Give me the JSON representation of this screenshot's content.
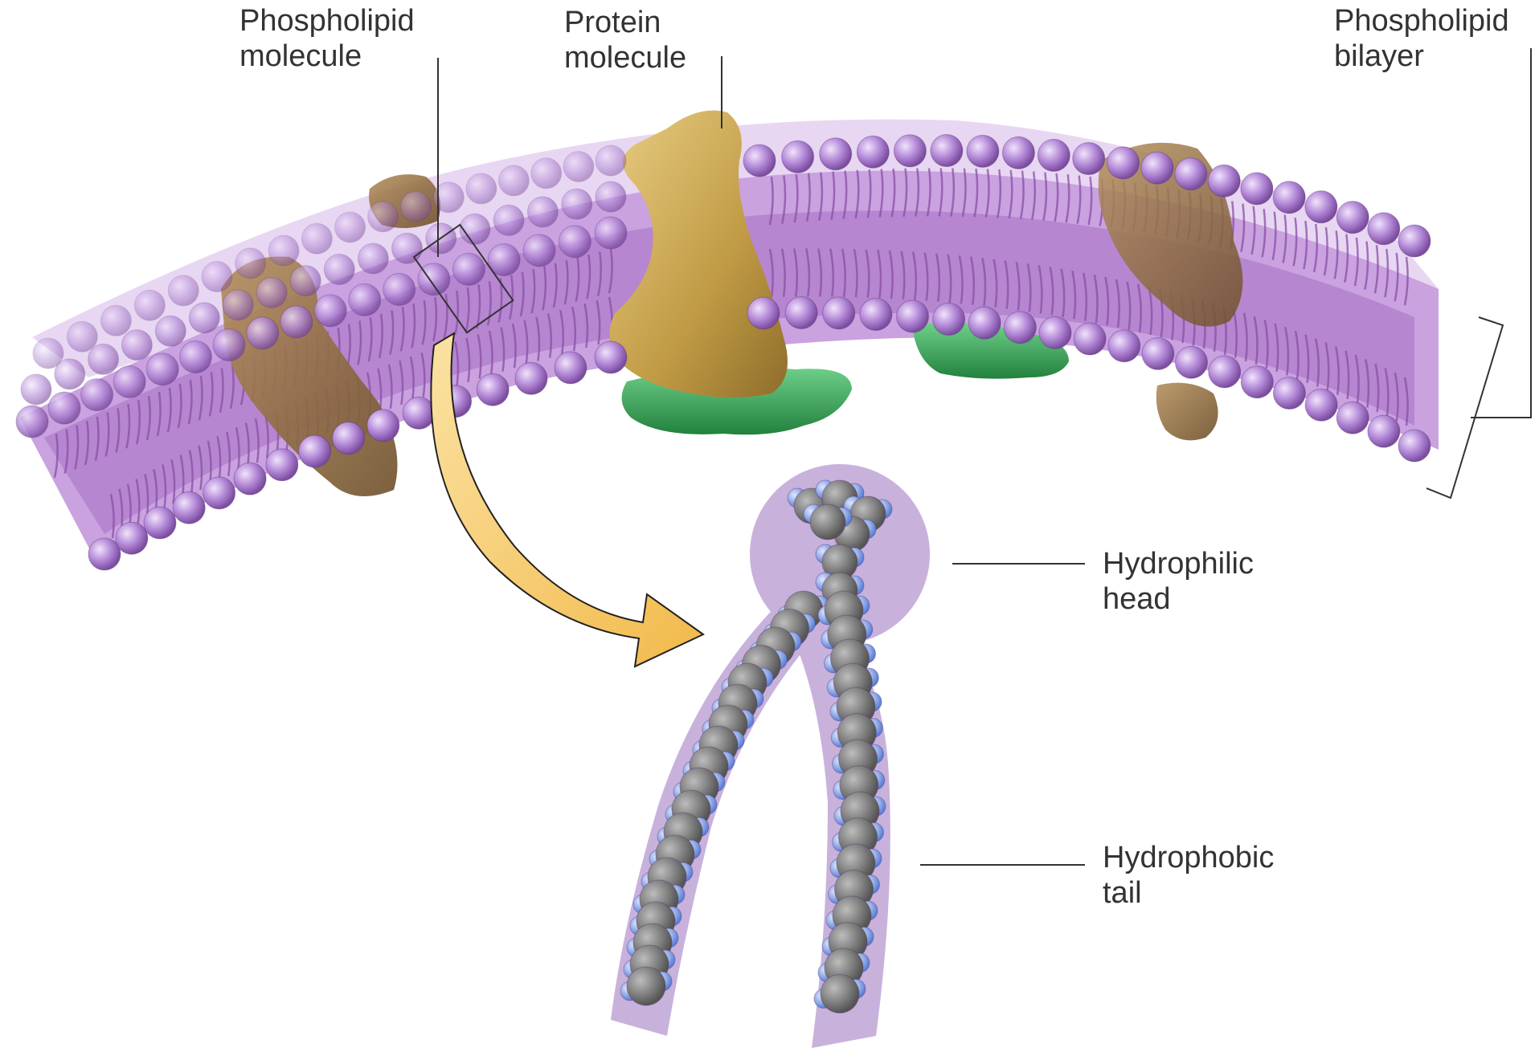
{
  "labels": {
    "phospholipid_molecule": {
      "line1": "Phospholipid",
      "line2": "molecule"
    },
    "protein_molecule": {
      "line1": "Protein",
      "line2": "molecule"
    },
    "phospholipid_bilayer": {
      "line1": "Phospholipid",
      "line2": "bilayer"
    },
    "hydrophilic_head": {
      "line1": "Hydrophilic",
      "line2": "head"
    },
    "hydrophobic_tail": {
      "line1": "Hydrophobic",
      "line2": "tail"
    }
  },
  "colors": {
    "lipid_head": "#b48ad8",
    "lipid_tail": "#9b5fb5",
    "membrane_fill": "#c9a2df",
    "protein_gold": "#c9a24a",
    "protein_brown": "#8c6a3c",
    "protein_green": "#3fae5c",
    "arrow": "#f6c765",
    "atom_carbon": "#7b7b7b",
    "atom_hydrogen": "#7f9ee8",
    "halo": "#c8b2dc"
  }
}
